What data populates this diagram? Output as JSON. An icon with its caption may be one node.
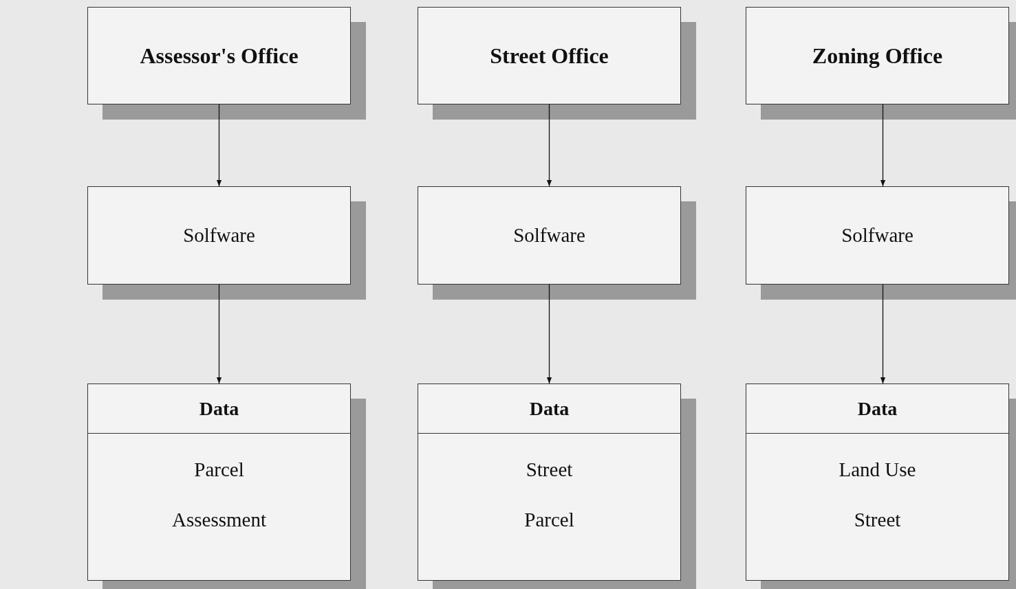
{
  "diagram": {
    "nodes": [
      {
        "text": [
          "Assessor's Office"
        ]
      },
      {
        "text": [
          "Street Office"
        ]
      },
      {
        "text": [
          "Zoning Office"
        ]
      },
      {
        "text": [
          "Solfware"
        ]
      },
      {
        "text": [
          "Solfware"
        ]
      },
      {
        "text": [
          "Solfware"
        ]
      },
      {
        "text": [
          "Data",
          "Parcel",
          "Assessment"
        ]
      },
      {
        "text": [
          "Data",
          "Street",
          "Parcel"
        ]
      },
      {
        "text": [
          "Data",
          "Land Use",
          "Street"
        ]
      }
    ],
    "edges": [
      {
        "from": 0,
        "to": 3,
        "arrow": "to"
      },
      {
        "from": 1,
        "to": 4,
        "arrow": "to"
      },
      {
        "from": 2,
        "to": 5,
        "arrow": "to"
      },
      {
        "from": 3,
        "to": 6,
        "arrow": "to"
      },
      {
        "from": 4,
        "to": 7,
        "arrow": "to"
      },
      {
        "from": 5,
        "to": 8,
        "arrow": "to"
      }
    ]
  }
}
